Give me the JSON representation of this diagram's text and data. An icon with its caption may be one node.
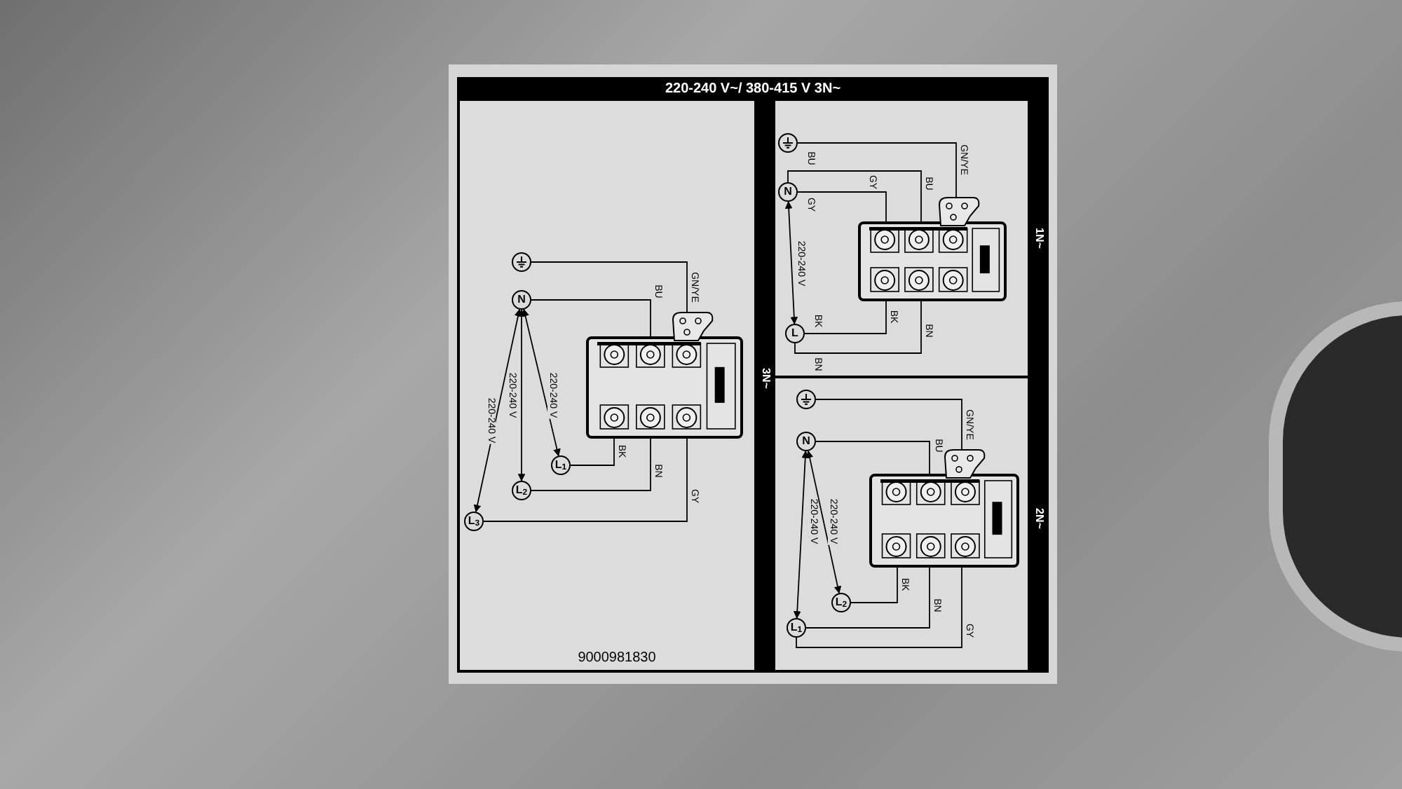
{
  "diagram": {
    "title": "220-240 V~/ 380-415 V 3N~",
    "nodes": [
      {
        "text": [],
        "shape": "circle"
      },
      {
        "text": [
          "N"
        ]
      },
      {
        "text": [
          "L$_{1}$"
        ]
      },
      {
        "text": [
          "L$_{2}$"
        ]
      },
      {
        "text": [
          "L$_{3}$"
        ]
      },
      {
        "text": [],
        "shape": "box"
      },
      {
        "text": [],
        "shape": "circle"
      },
      {
        "text": [
          "N"
        ]
      },
      {
        "text": [
          "L"
        ]
      },
      {
        "text": [],
        "shape": "box"
      },
      {
        "text": [],
        "shape": "circle"
      },
      {
        "text": [
          "N"
        ]
      },
      {
        "text": [
          "L$_{2}$"
        ]
      },
      {
        "text": [
          "L$_{1}$"
        ]
      },
      {
        "text": [],
        "shape": "box"
      }
    ],
    "edges": [
      {
        "from": 0,
        "to": 5,
        "arrow": "none",
        "label": "GN/YE"
      },
      {
        "from": 1,
        "to": 5,
        "arrow": "none",
        "label": "BU"
      },
      {
        "from": 2,
        "to": 5,
        "arrow": "none",
        "label": "BK"
      },
      {
        "from": 3,
        "to": 5,
        "arrow": "none",
        "label": "BN"
      },
      {
        "from": 4,
        "to": 5,
        "arrow": "none",
        "label": "GY"
      },
      {
        "from": 1,
        "to": 2,
        "arrow": "both",
        "label": "220-240 V"
      },
      {
        "from": 1,
        "to": 3,
        "arrow": "both",
        "label": "220-240 V"
      },
      {
        "from": 1,
        "to": 4,
        "arrow": "both",
        "label": "220-240 V"
      },
      {
        "from": 6,
        "to": 9,
        "arrow": "none",
        "label": "GN/YE"
      },
      {
        "from": 7,
        "to": 9,
        "arrow": "none",
        "label": "BU"
      },
      {
        "from": 7,
        "to": 9,
        "arrow": "none",
        "label": "GY"
      },
      {
        "from": 8,
        "to": 9,
        "arrow": "none",
        "label": "BK"
      },
      {
        "from": 8,
        "to": 9,
        "arrow": "none",
        "label": "BN"
      },
      {
        "from": 7,
        "to": 8,
        "arrow": "both",
        "label": "220-240 V"
      },
      {
        "from": 10,
        "to": 14,
        "arrow": "none",
        "label": "GN/YE"
      },
      {
        "from": 11,
        "to": 14,
        "arrow": "none",
        "label": "BU"
      },
      {
        "from": 12,
        "to": 14,
        "arrow": "none",
        "label": "BK"
      },
      {
        "from": 13,
        "to": 14,
        "arrow": "none",
        "label": "BN"
      },
      {
        "from": 13,
        "to": 14,
        "arrow": "none",
        "label": "GY"
      },
      {
        "from": 11,
        "to": 12,
        "arrow": "both",
        "label": "220-240 V"
      },
      {
        "from": 11,
        "to": 13,
        "arrow": "both",
        "label": "220-240 V"
      }
    ],
    "labels": [
      "BU",
      "GY",
      "BK",
      "BN",
      "3N~",
      "1N~",
      "2N~",
      "9000981830"
    ]
  }
}
